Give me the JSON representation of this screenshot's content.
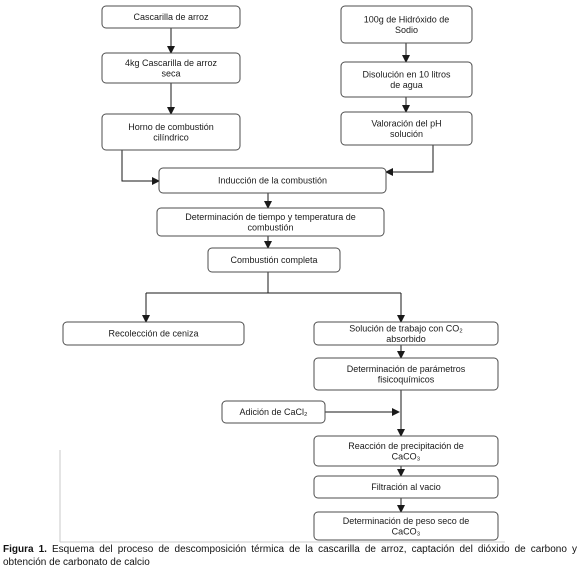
{
  "nodes": {
    "cascarilla": {
      "lines": [
        "Cascarilla de arroz"
      ]
    },
    "hidroxido": {
      "lines": [
        "100g de Hidróxido de",
        "Sodio"
      ]
    },
    "cuatro_kg": {
      "lines": [
        "4kg Cascarilla de arroz",
        "seca"
      ]
    },
    "disolucion": {
      "lines": [
        "Disolución en 10 litros",
        "de agua"
      ]
    },
    "horno": {
      "lines": [
        "Horno de combustión",
        "cilíndrico"
      ]
    },
    "valoracion": {
      "lines": [
        "Valoración del pH",
        "solución"
      ]
    },
    "induccion": {
      "lines": [
        "Inducción de la combustión"
      ]
    },
    "tiempo": {
      "lines": [
        "Determinación de tiempo y temperatura de",
        "combustión"
      ]
    },
    "completa": {
      "lines": [
        "Combustión completa"
      ]
    },
    "ceniza": {
      "lines": [
        "Recolección de ceniza"
      ]
    },
    "solucion": {
      "lines": [
        "Solución de trabajo con CO₂",
        "absorbido"
      ]
    },
    "parametros": {
      "lines": [
        "Determinación de parámetros",
        "fisicoquímicos"
      ]
    },
    "cacl2": {
      "lines": [
        "Adición de CaCl₂"
      ]
    },
    "reaccion": {
      "lines": [
        "Reacción de precipitación de",
        "CaCO₃"
      ]
    },
    "filtracion": {
      "lines": [
        "Filtración al vacio"
      ]
    },
    "peso": {
      "lines": [
        "Determinación de peso seco de",
        "CaCO₃"
      ]
    }
  },
  "caption": {
    "label": "Figura 1.",
    "text": " Esquema del proceso de descomposición térmica de la cascarilla de arroz, captación del dióxido de carbono y obtención de carbonato de calcio"
  }
}
